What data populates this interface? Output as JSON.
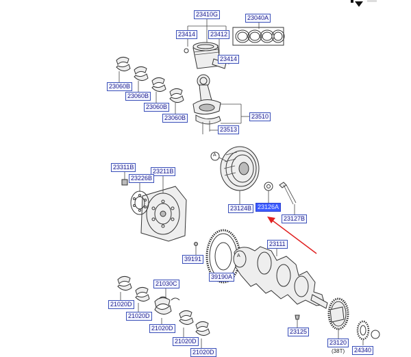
{
  "diagram": {
    "part_labels": {
      "p23410G": "23410G",
      "p23040A": "23040A",
      "p23414_top": "23414",
      "p23412": "23412",
      "p23414_right": "23414",
      "p23060B_1": "23060B",
      "p23060B_2": "23060B",
      "p23060B_3": "23060B",
      "p23060B_4": "23060B",
      "p23510": "23510",
      "p23513": "23513",
      "p23311B": "23311B",
      "p23211B": "23211B",
      "p23226B": "23226B",
      "p23124B": "23124B",
      "p23126A": "23126A",
      "p23127B": "23127B",
      "p39191": "39191",
      "p39190A": "39190A",
      "p23111": "23111",
      "p21030C": "21030C",
      "p21020D_1": "21020D",
      "p21020D_2": "21020D",
      "p21020D_3": "21020D",
      "p21020D_4": "21020D",
      "p21020D_5": "21020D",
      "p23125": "23125",
      "p23120": "23120",
      "p24340": "24340"
    },
    "ref_markers": {
      "a_pulley": "A",
      "a_crank": "A"
    },
    "notes": {
      "teeth_38": "(38T)"
    },
    "colors": {
      "label_border": "#3a4fb8",
      "label_text": "#1a1a8c",
      "highlight": "#3b5bff",
      "arrow": "#e02020"
    },
    "highlighted_part": "23126A"
  }
}
